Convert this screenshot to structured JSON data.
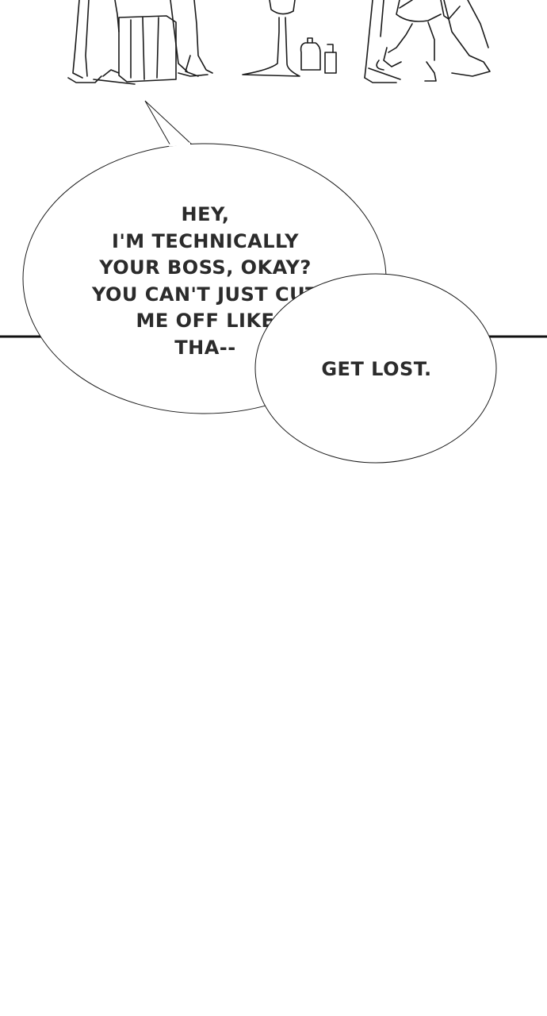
{
  "speech_bubbles": [
    {
      "speaker": "",
      "lines": [
        "HEY,",
        "I'M TECHNICALLY",
        "YOUR BOSS, OKAY?",
        "YOU CAN'T JUST CUT",
        "ME OFF LIKE",
        "THA--"
      ]
    },
    {
      "lines": [
        "GET LOST."
      ]
    }
  ],
  "colors": {
    "ink": "#1a1a1a",
    "paper": "#ffffff",
    "text": "#2b2b2b"
  }
}
